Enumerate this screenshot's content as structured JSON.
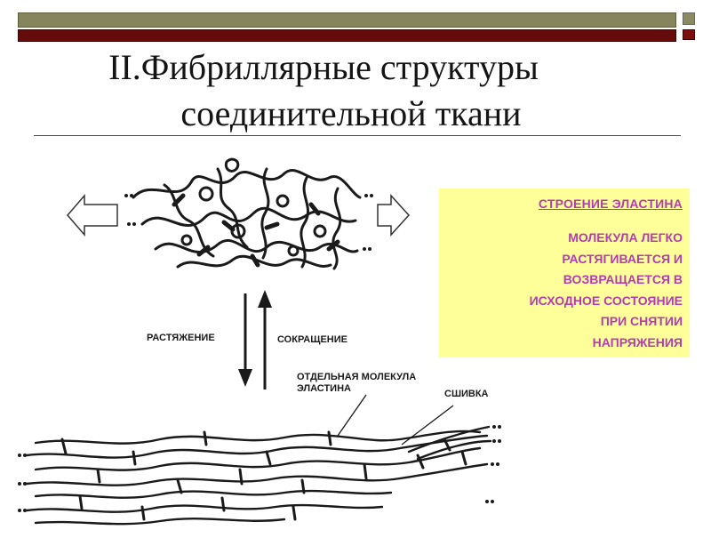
{
  "slide": {
    "title_line1": "II.Фибриллярные структуры",
    "title_line2": "соединительной ткани"
  },
  "infobox": {
    "heading": "СТРОЕНИЕ ЭЛАСТИНА",
    "lines": [
      "МОЛЕКУЛА ЛЕГКО",
      "РАСТЯГИВАЕТСЯ И",
      "ВОЗВРАЩАЕТСЯ В",
      "ИСХОДНОЕ СОСТОЯНИЕ",
      "ПРИ СНЯТИИ",
      "НАПРЯЖЕНИЯ"
    ]
  },
  "diagram": {
    "label_stretch": "РАСТЯЖЕНИЕ",
    "label_contract": "СОКРАЩЕНИЕ",
    "label_molecule_1": "ОТДЕЛЬНАЯ МОЛЕКУЛА",
    "label_molecule_2": "ЭЛАСТИНА",
    "label_crosslink": "СШИВКА"
  },
  "colors": {
    "accent_text": "#b23cb2",
    "box_fill": "#ffff99",
    "bar_olive": "#85845d",
    "bar_red": "#650b0b"
  }
}
